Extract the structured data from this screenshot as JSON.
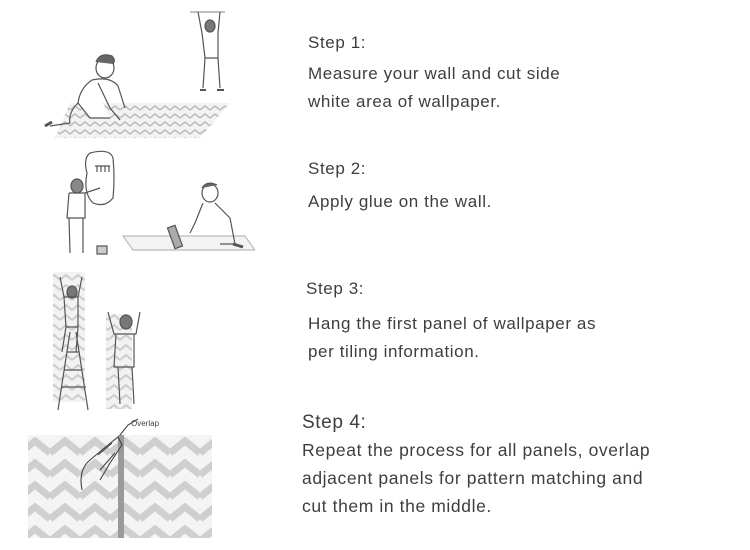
{
  "steps": [
    {
      "title": "Step 1:",
      "lines": [
        "Measure your wall and cut side",
        "white area of wallpaper."
      ],
      "illustration": "person-kneeling-on-wallpaper-and-person-measuring-wall"
    },
    {
      "title": "Step 2:",
      "lines": [
        "Apply glue on the wall."
      ],
      "illustration": "person-applying-glue-and-person-rolling-wallpaper"
    },
    {
      "title": "Step 3:",
      "lines": [
        "Hang the first panel of wallpaper as",
        "per tiling information."
      ],
      "illustration": "people-hanging-wallpaper-panels-with-ladder"
    },
    {
      "title": "Step 4:",
      "lines": [
        "Repeat the process for all panels, overlap",
        "adjacent panels for pattern matching and",
        "cut them in the middle."
      ],
      "illustration": "chevron-panels-overlap-cut",
      "illustration_label": "Overlap"
    }
  ],
  "colors": {
    "text": "#3e3e3e",
    "line_art": "#555555",
    "chevron_dark": "#cfcfcf",
    "chevron_light": "#f0f0f0"
  }
}
